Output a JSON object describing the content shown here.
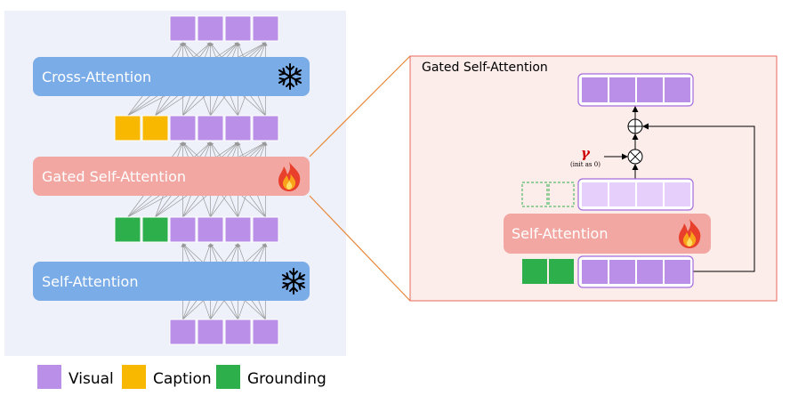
{
  "left_panel": {
    "cross_attention_label": "Cross-Attention",
    "gated_self_attention_label": "Gated Self-Attention",
    "self_attention_label": "Self-Attention",
    "frozen_icon": "snowflake-icon",
    "trainable_icon": "fire-icon"
  },
  "right_panel": {
    "title": "Gated Self-Attention",
    "self_attention_label": "Self-Attention",
    "gamma_symbol": "γ",
    "gamma_note": "(init as 0)",
    "add_op_icon": "plus-circle-icon",
    "mult_op_icon": "times-circle-icon"
  },
  "legend": {
    "items": [
      {
        "label": "Visual",
        "color": "#B98FE8"
      },
      {
        "label": "Caption",
        "color": "#F9B800"
      },
      {
        "label": "Grounding",
        "color": "#2DB04B"
      }
    ]
  },
  "colors": {
    "visual": "#B98FE8",
    "visual_light": "#E6CFFA",
    "visual_border": "#A56BDD",
    "caption": "#F9B800",
    "grounding": "#2DB04B",
    "frozen_block": "#7AACE8",
    "trainable_block": "#F2A7A2",
    "left_bg": "#EEF1FA",
    "right_bg": "#FDEDEA",
    "right_border": "#E76A5E",
    "connector": "#E8873A"
  }
}
